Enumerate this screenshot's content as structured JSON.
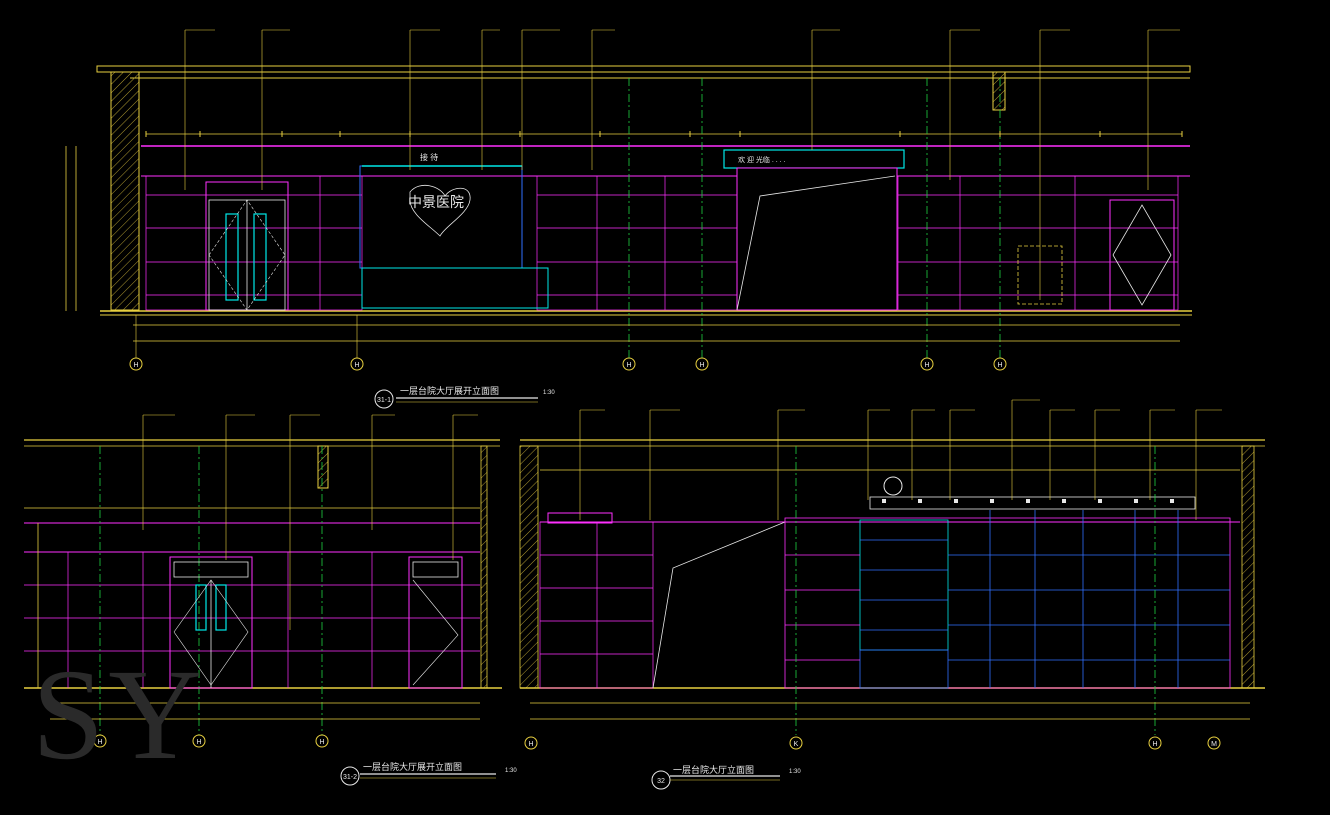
{
  "colors": {
    "yellow": "#e8d040",
    "cyan": "#00e8e8",
    "magenta": "#ff30ff",
    "green": "#20d040",
    "blue": "#3070ff",
    "white": "#e8e8e8",
    "orange": "#ffa030",
    "red": "#ff4040",
    "hatch": "#b09a30"
  },
  "watermark": "SY",
  "drawings": {
    "top": {
      "ref": "31-1",
      "title": "一层台院大厅展开立面图",
      "scale": "1:30",
      "signage_text": "中景医院",
      "reception_text": "接  待",
      "banner_text": "欢  迎  光临 .  .  .  .",
      "axes": [
        "H",
        "H",
        "H",
        "H",
        "H",
        "H"
      ]
    },
    "bottom_left": {
      "ref": "31-2",
      "title": "一层台院大厅展开立面图",
      "scale": "1:30",
      "axes": [
        "H",
        "H",
        "H"
      ]
    },
    "bottom_right": {
      "ref": "32",
      "title": "一层台院大厅立面图",
      "scale": "1:30",
      "axes": [
        "H",
        "K",
        "H",
        "M"
      ]
    }
  }
}
